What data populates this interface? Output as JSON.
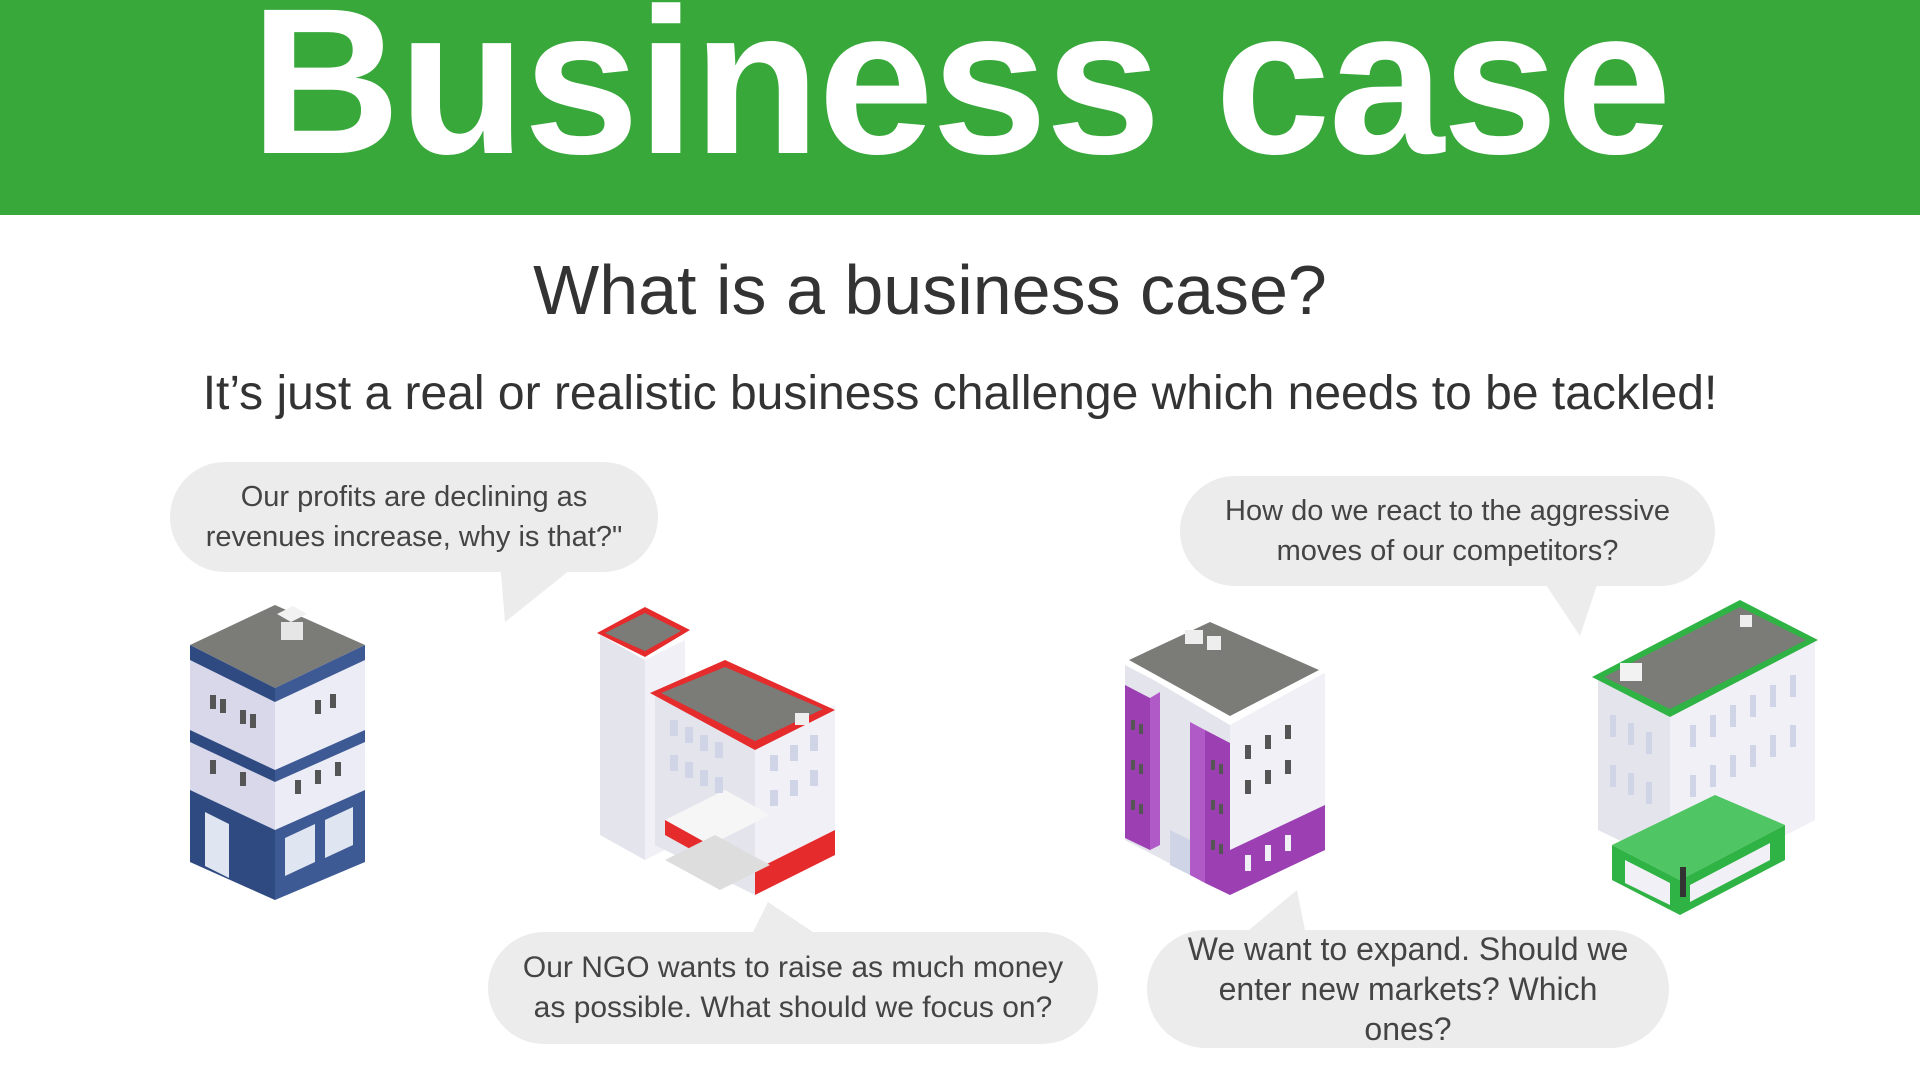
{
  "banner": {
    "title": "Business case"
  },
  "heading": {
    "question": "What is a business case?",
    "answer": "It’s just a real or realistic business challenge which needs to be tackled!"
  },
  "bubbles": [
    {
      "text": "Our profits are declining as\nrevenues increase, why is that?\""
    },
    {
      "text": "How do we react to the aggressive\nmoves of our competitors?"
    },
    {
      "text": "Our NGO wants to raise as much money\nas possible. What should we focus on?"
    },
    {
      "text": "We want to expand. Should we\nenter new markets? Which ones?"
    }
  ],
  "buildings": [
    {
      "icon": "navy-office-building-icon",
      "accent": "#2e4a80"
    },
    {
      "icon": "red-hospital-building-icon",
      "accent": "#e52b2b"
    },
    {
      "icon": "purple-apartment-building-icon",
      "accent": "#9b3fb3"
    },
    {
      "icon": "green-store-building-icon",
      "accent": "#2fb344"
    }
  ],
  "colors": {
    "banner": "#38a83b",
    "bubble": "#ececec",
    "text": "#333333"
  }
}
